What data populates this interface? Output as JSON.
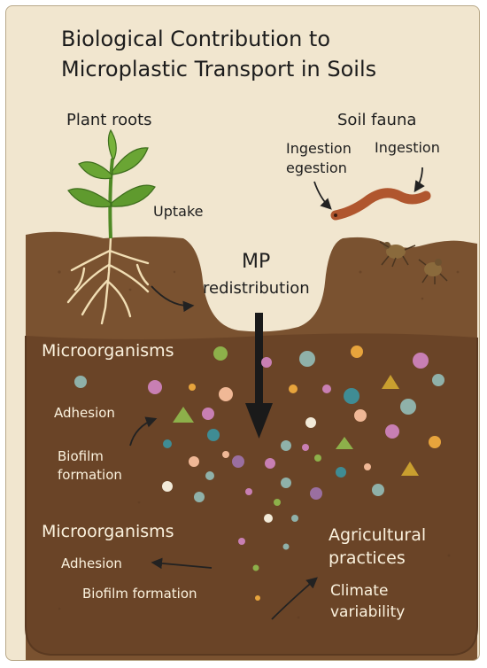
{
  "title": {
    "line1": "Biological Contribution to",
    "line2": "Microplastic Transport in Soils"
  },
  "labels": {
    "plant_roots": "Plant roots",
    "soil_fauna": "Soil fauna",
    "ingestion_egestion_line1": "Ingestion",
    "ingestion_egestion_line2": "egestion",
    "ingestion": "Ingestion",
    "uptake": "Uptake",
    "mp_line1": "MP",
    "mp_line2": "redistribution",
    "microorganisms_upper": "Microorganisms",
    "adhesion_upper": "Adhesion",
    "biofilm_upper_line1": "Biofilm",
    "biofilm_upper_line2": "formation",
    "microorganisms_lower": "Microorganisms",
    "adhesion_lower": "Adhesion",
    "biofilm_lower": "Biofilm formation",
    "agricultural_line1": "Agricultural",
    "agricultural_line2": "practices",
    "climate_line1": "Climate",
    "climate_line2": "variability"
  },
  "colors": {
    "background": "#f1e6cf",
    "topsoil": "#7a5230",
    "subsoil": "#6a4427",
    "leaf": "#5f9a2e",
    "root": "#f1deb4",
    "earthworm": "#b0562e",
    "mite": "#8a6a3c",
    "arrow": "#1a1a1a",
    "particles": [
      "#8db04a",
      "#8fb1a9",
      "#c87fb3",
      "#f0b896",
      "#e7a43c",
      "#f2ead8",
      "#3f8c94",
      "#c99f2f",
      "#9a6fa0"
    ]
  },
  "icons": [
    "plant-icon",
    "earthworm-icon",
    "mite-icon",
    "microplastic-particle-icon",
    "down-arrow-icon"
  ]
}
